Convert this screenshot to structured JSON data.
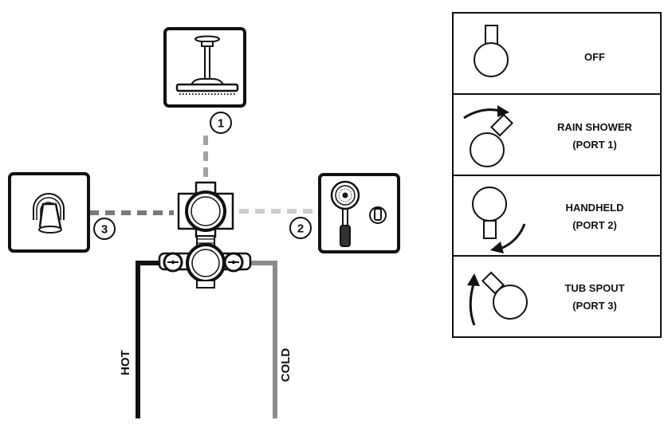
{
  "diagram": {
    "ports": {
      "port1": {
        "number": "1",
        "fixture": "rain-shower-head"
      },
      "port2": {
        "number": "2",
        "fixture": "handheld-shower"
      },
      "port3": {
        "number": "3",
        "fixture": "tub-spout"
      }
    },
    "supply": {
      "hot_label": "HOT",
      "cold_label": "COLD"
    }
  },
  "legend": {
    "rows": [
      {
        "line1": "OFF",
        "line2": ""
      },
      {
        "line1": "RAIN SHOWER",
        "line2": "(PORT 1)"
      },
      {
        "line1": "HANDHELD",
        "line2": "(PORT 2)"
      },
      {
        "line1": "TUB SPOUT",
        "line2": "(PORT 3)"
      }
    ]
  },
  "colors": {
    "line": "#111111",
    "port1_dash": "#a3a3a3",
    "port2_dash": "#cccccc",
    "port3_dash": "#7a7a7a",
    "hot_pipe": "#111111",
    "cold_pipe": "#8a8a8a"
  }
}
